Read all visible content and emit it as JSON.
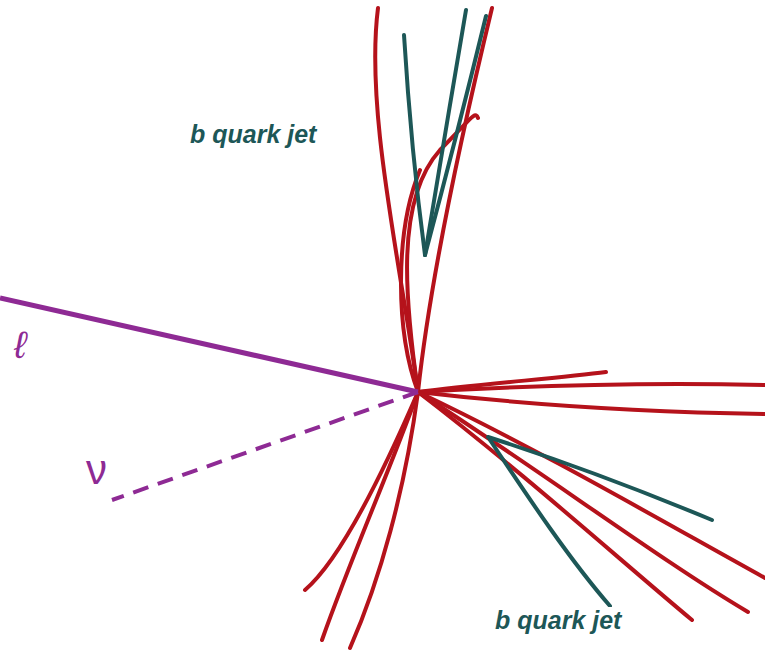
{
  "diagram": {
    "labels": [
      "b quark jet",
      "b quark jet",
      "ℓ",
      "ν"
    ]
  }
}
